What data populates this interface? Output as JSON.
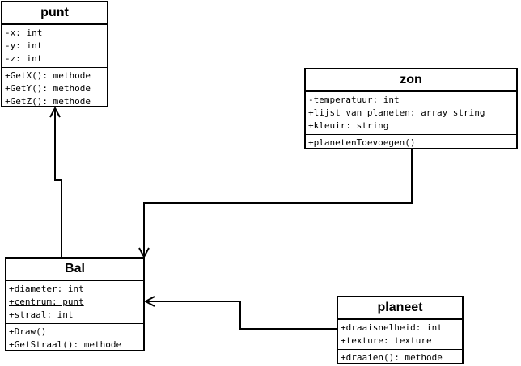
{
  "classes": {
    "punt": {
      "name": "punt",
      "attributes": [
        "-x: int",
        "-y: int",
        "-z: int"
      ],
      "methods": [
        "+GetX(): methode",
        "+GetY(): methode",
        "+GetZ(): methode"
      ]
    },
    "zon": {
      "name": "zon",
      "attributes": [
        "-temperatuur: int",
        "+lijst van planeten: array string",
        "+kleuir: string"
      ],
      "methods": [
        "+planetenToevoegen()"
      ]
    },
    "bal": {
      "name": "Bal",
      "attributes": [
        "+diameter: int",
        "+centrum: punt",
        "+straal: int"
      ],
      "methods": [
        "+Draw()",
        "+GetStraal(): methode"
      ]
    },
    "planeet": {
      "name": "planeet",
      "attributes": [
        "+draaisnelheid: int",
        "+texture: texture"
      ],
      "methods": [
        "+draaien(): methode"
      ]
    }
  },
  "relations": [
    {
      "from": "Bal",
      "to": "punt",
      "type": "association-arrow"
    },
    {
      "from": "zon",
      "to": "Bal",
      "type": "association-arrow"
    },
    {
      "from": "planeet",
      "to": "Bal",
      "type": "association-arrow"
    }
  ]
}
